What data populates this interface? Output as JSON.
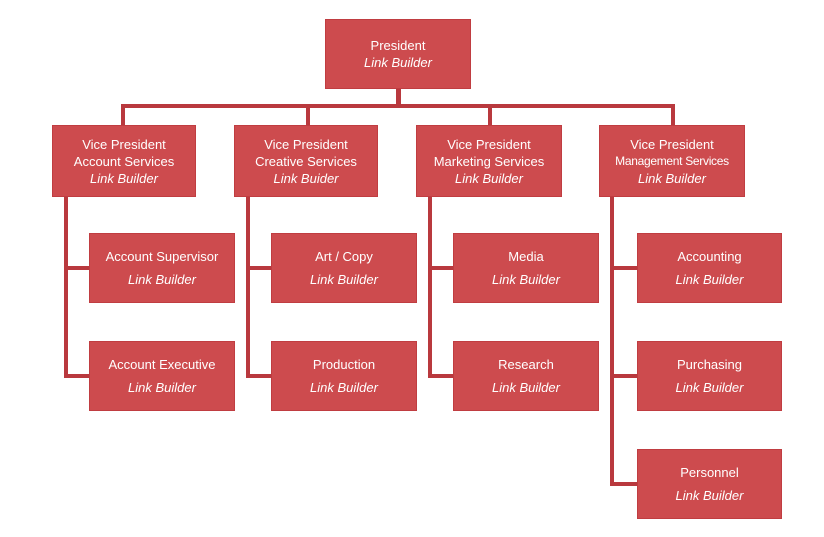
{
  "colors": {
    "box_fill": "#cd4b4e",
    "connector": "#b9393e",
    "text": "#ffffff"
  },
  "president": {
    "title": "President",
    "subtitle": "Link Builder"
  },
  "vps": [
    {
      "title_line1": "Vice President",
      "title_line2": "Account Services",
      "subtitle": "Link Builder",
      "children": [
        {
          "title": "Account Supervisor",
          "subtitle": "Link Builder"
        },
        {
          "title": "Account Executive",
          "subtitle": "Link Builder"
        }
      ]
    },
    {
      "title_line1": "Vice President",
      "title_line2": "Creative Services",
      "subtitle": "Link Buider",
      "children": [
        {
          "title": "Art / Copy",
          "subtitle": "Link Builder"
        },
        {
          "title": "Production",
          "subtitle": "Link Builder"
        }
      ]
    },
    {
      "title_line1": "Vice President",
      "title_line2": "Marketing Services",
      "subtitle": "Link Builder",
      "children": [
        {
          "title": "Media",
          "subtitle": "Link Builder"
        },
        {
          "title": "Research",
          "subtitle": "Link Builder"
        }
      ]
    },
    {
      "title_line1": "Vice President",
      "title_line2": "Management Services",
      "subtitle": "Link Builder",
      "children": [
        {
          "title": "Accounting",
          "subtitle": "Link Builder"
        },
        {
          "title": "Purchasing",
          "subtitle": "Link Builder"
        },
        {
          "title": "Personnel",
          "subtitle": "Link Builder"
        }
      ]
    }
  ]
}
